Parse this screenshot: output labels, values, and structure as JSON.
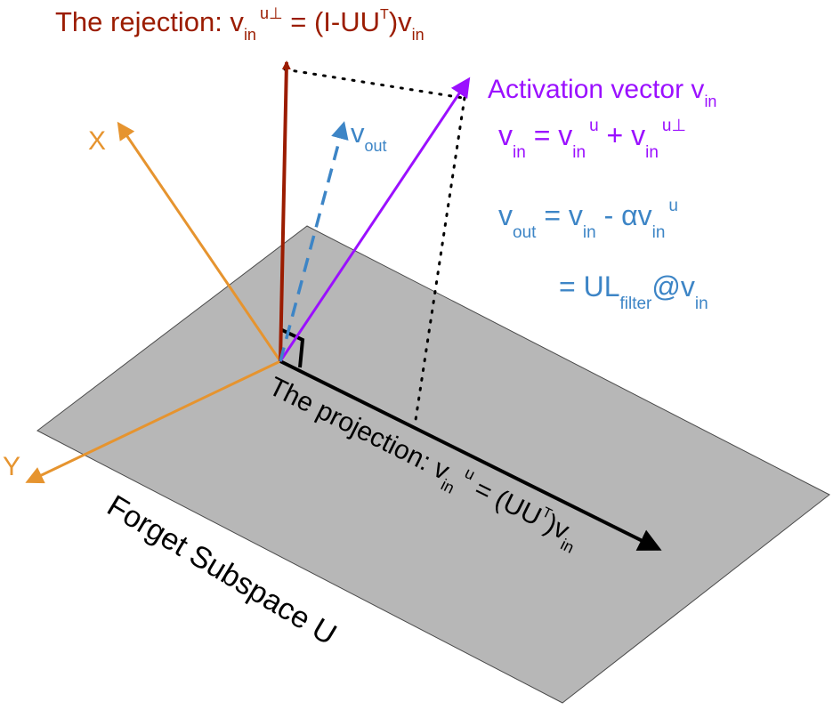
{
  "colors": {
    "plane_fill": "#b7b7b7",
    "plane_stroke": "#4a4a4a",
    "rejection": "#9b1c00",
    "activation": "#9b10ff",
    "vout": "#3d85c6",
    "axes": "#e6942f",
    "projection": "#000000",
    "dotted": "#000000"
  },
  "labels": {
    "rejection_title": {
      "prefix": "The rejection: v",
      "sub1": "in",
      "sup1": "u⊥",
      "mid": " = (I-UU",
      "sup2": "T",
      "mid2": ")v",
      "sub2": "in"
    },
    "activation": {
      "prefix": "Activation vector v",
      "sub": "in"
    },
    "eq1": {
      "v": "v",
      "sub_in": "in",
      "eq": " = v",
      "sub_in2": "in",
      "sup_u": "u",
      "plus": " + v",
      "sub_in3": "in",
      "sup_uperp": "u⊥"
    },
    "eq2": {
      "v": "v",
      "sub_out": "out",
      "eq": " = v",
      "sub_in": "in",
      "minus": " - αv",
      "sub_in2": "in",
      "sup_u": "u"
    },
    "eq3": {
      "prefix": "= UL",
      "sub_filter": "filter",
      "at": "@v",
      "sub_in": "in"
    },
    "vout_label": {
      "v": "v",
      "sub": "out"
    },
    "axis_x": "X",
    "axis_y": "Y",
    "projection": {
      "prefix": "The projection: v",
      "sub": "in",
      "sup": "u",
      "mid": " = (UU",
      "sup2": "T",
      "mid2": ")v",
      "sub2": "in"
    },
    "subspace": "Forget Subspace U"
  }
}
